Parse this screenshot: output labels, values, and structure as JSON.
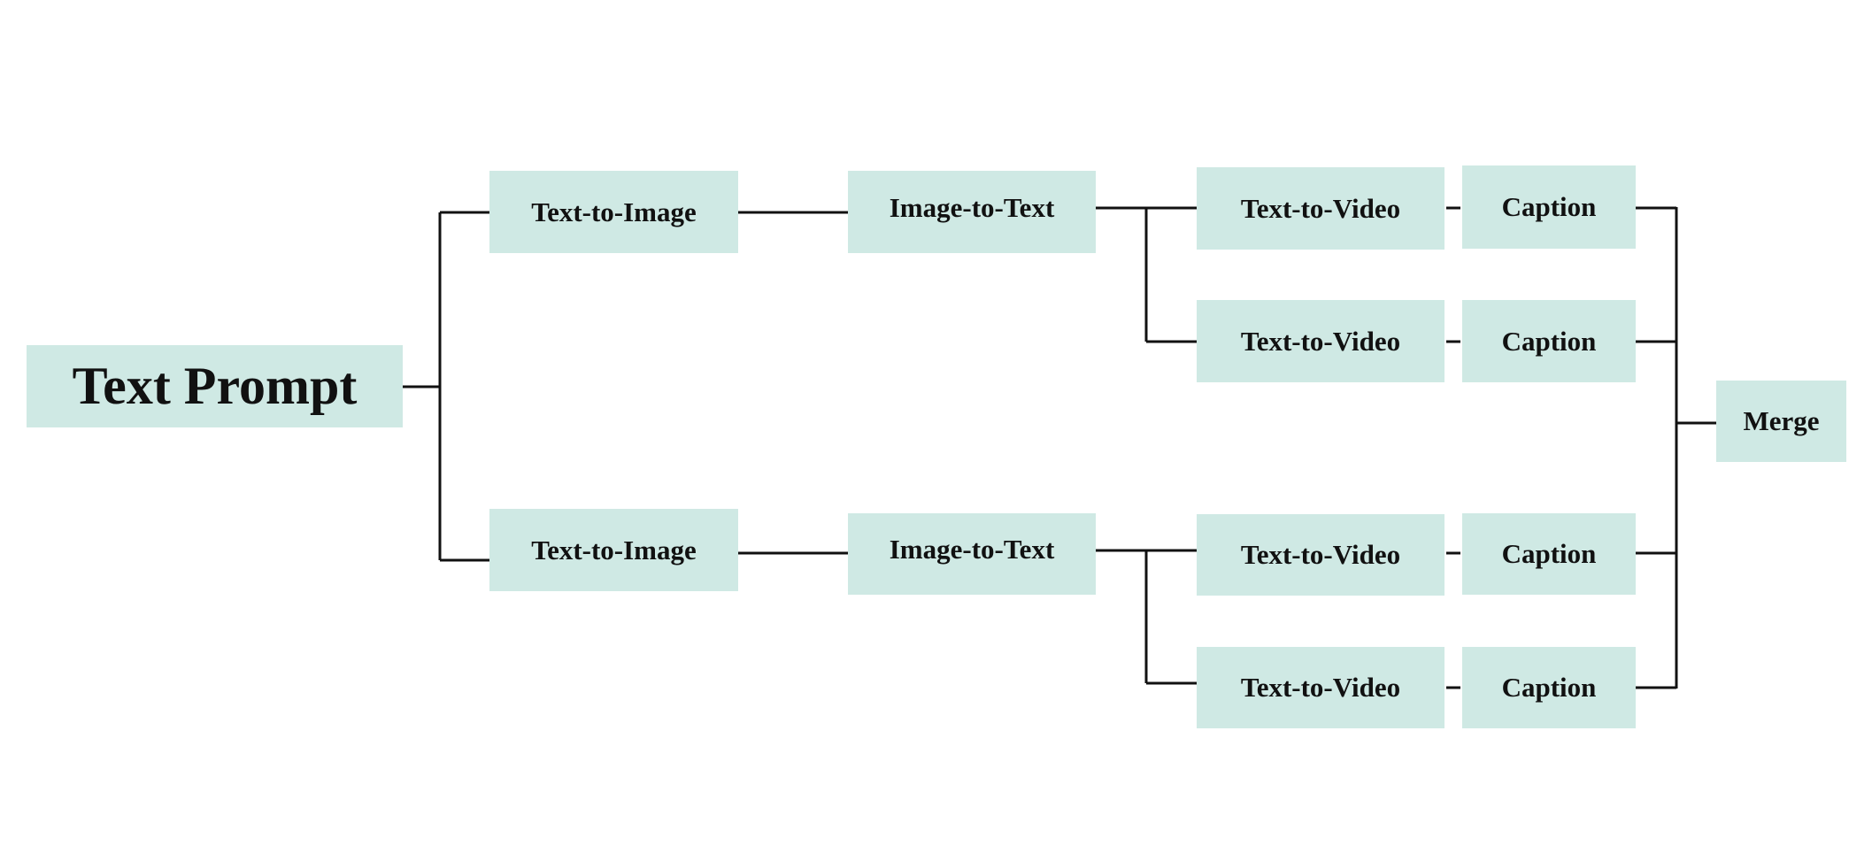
{
  "root": "Text Prompt",
  "branches": [
    {
      "t2i": "Text-to-Image",
      "i2t": "Image-to-Text",
      "videos": [
        {
          "t2v": "Text-to-Video",
          "caption": "Caption"
        },
        {
          "t2v": "Text-to-Video",
          "caption": "Caption"
        }
      ]
    },
    {
      "t2i": "Text-to-Image",
      "i2t": "Image-to-Text",
      "videos": [
        {
          "t2v": "Text-to-Video",
          "caption": "Caption"
        },
        {
          "t2v": "Text-to-Video",
          "caption": "Caption"
        }
      ]
    }
  ],
  "merge": "Merge",
  "colors": {
    "node_fill": "#cfe9e4",
    "line": "#111111"
  }
}
